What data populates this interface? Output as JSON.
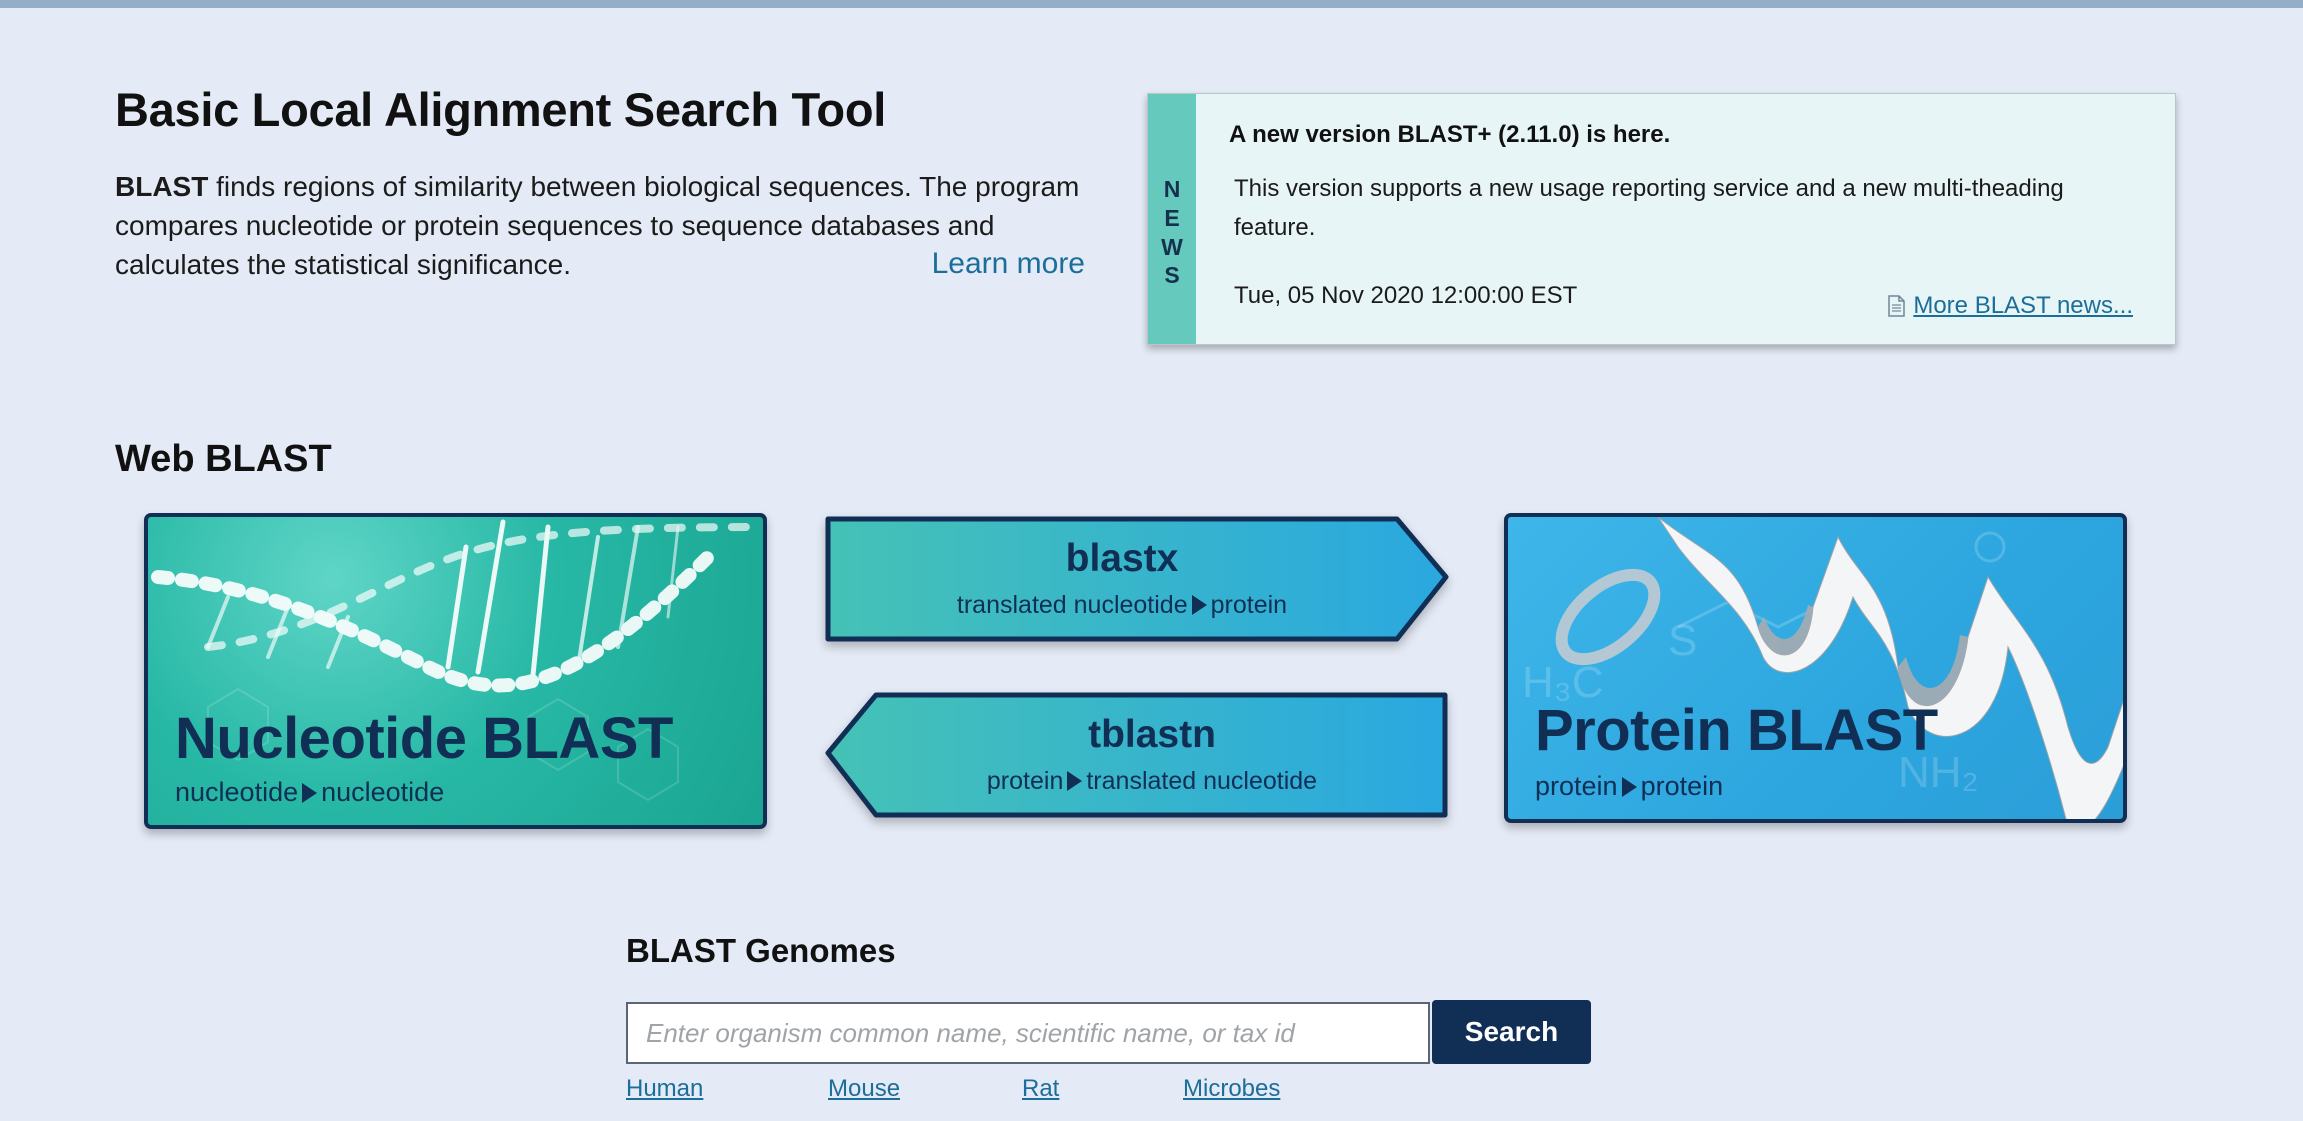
{
  "intro": {
    "title": "Basic Local Alignment Search Tool",
    "lead_bold": "BLAST",
    "description": " finds regions of similarity between biological sequences. The program compares nucleotide or protein sequences to sequence databases and calculates the statistical significance.",
    "learn_more": "Learn more"
  },
  "news": {
    "strip_letters": [
      "N",
      "E",
      "W",
      "S"
    ],
    "title": "A new version BLAST+ (2.11.0) is here.",
    "body": "This version supports a new usage reporting service and a new multi-theading feature.",
    "date": "Tue, 05 Nov 2020 12:00:00 EST",
    "more_link": "More BLAST news...",
    "more_icon": "document-icon"
  },
  "web_blast": {
    "title": "Web BLAST",
    "nucleotide": {
      "title": "Nucleotide BLAST",
      "sub_from": "nucleotide",
      "sub_to": "nucleotide"
    },
    "blastx": {
      "title": "blastx",
      "sub_from": "translated nucleotide",
      "sub_to": "protein"
    },
    "tblastn": {
      "title": "tblastn",
      "sub_from": "protein",
      "sub_to": "translated nucleotide"
    },
    "protein": {
      "title": "Protein BLAST",
      "sub_from": "protein",
      "sub_to": "protein"
    }
  },
  "genomes": {
    "title": "BLAST Genomes",
    "placeholder": "Enter organism common name, scientific name, or tax id",
    "search_label": "Search",
    "links": [
      "Human",
      "Mouse",
      "Rat",
      "Microbes"
    ]
  },
  "colors": {
    "background": "#e4eaf6",
    "navy": "#112f55",
    "link": "#1c6e9a",
    "teal": "#66c9bd",
    "news_bg": "#e8f5f6"
  }
}
